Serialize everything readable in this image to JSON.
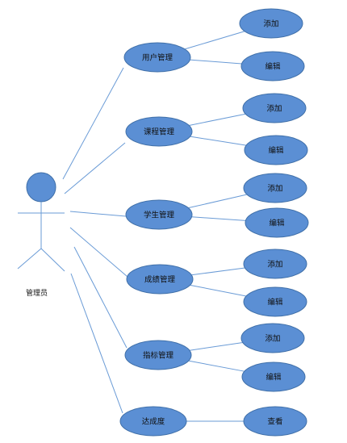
{
  "actor": {
    "label": "管理员"
  },
  "colors": {
    "fill": "#5b8fd4",
    "stroke": "#3f6fa8",
    "line": "#6a9bd6"
  },
  "modules": [
    {
      "label": "用户管理",
      "children": [
        "添加",
        "编辑"
      ]
    },
    {
      "label": "课程管理",
      "children": [
        "添加",
        "编辑"
      ]
    },
    {
      "label": "学生管理",
      "children": [
        "添加",
        "编辑"
      ]
    },
    {
      "label": "成绩管理",
      "children": [
        "添加",
        "编辑"
      ]
    },
    {
      "label": "指标管理",
      "children": [
        "添加",
        "编辑"
      ]
    },
    {
      "label": "达成度",
      "children": [
        "查看"
      ]
    }
  ]
}
